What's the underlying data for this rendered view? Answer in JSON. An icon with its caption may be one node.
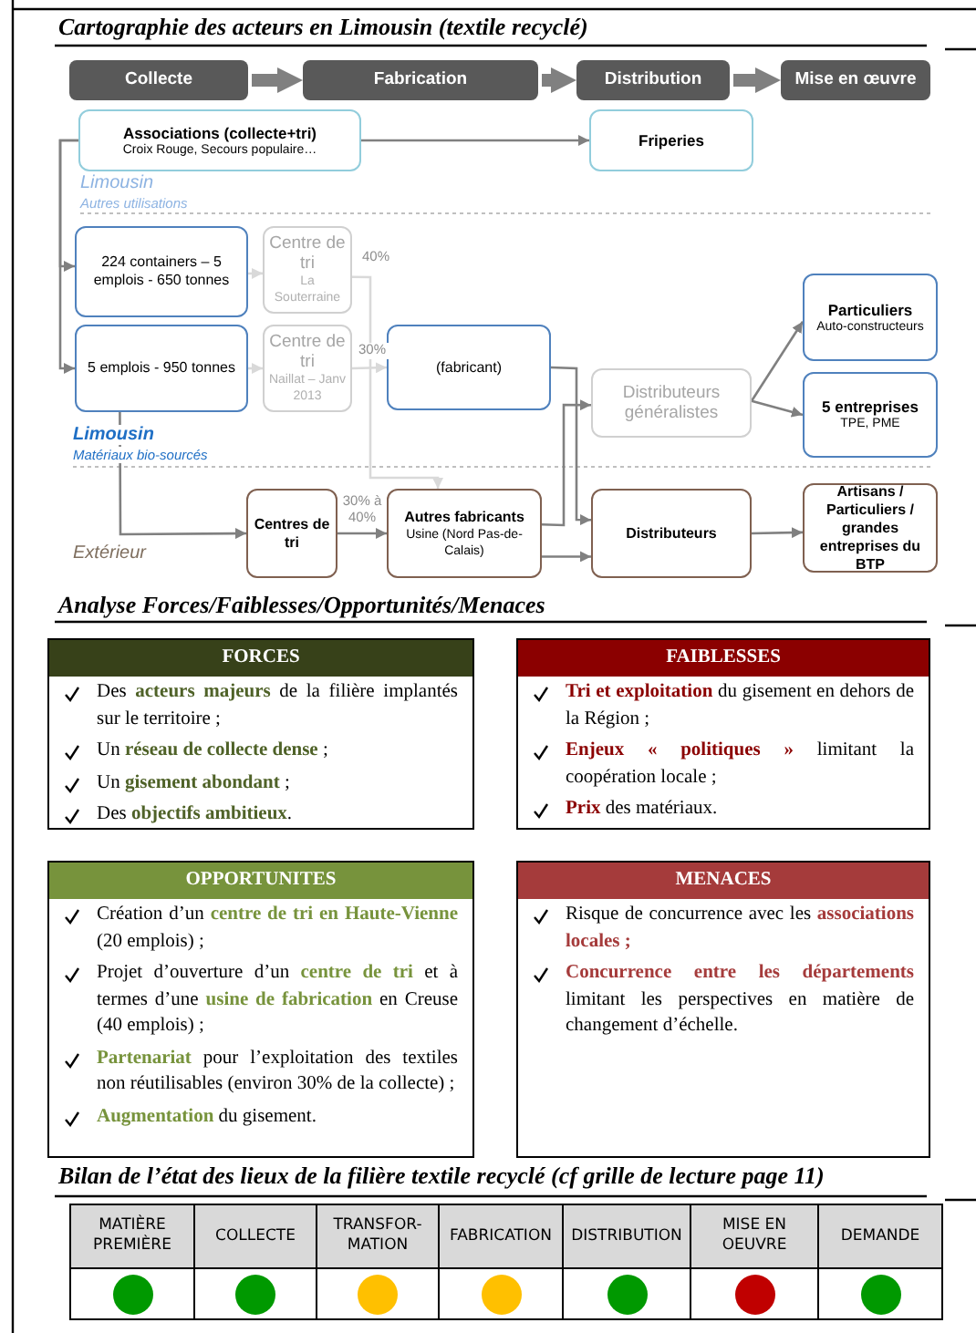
{
  "diagram": {
    "title": "Cartographie des acteurs en Limousin (textile recyclé)",
    "nodes": [
      {
        "text": [
          "Collecte"
        ]
      },
      {
        "text": [
          "Fabrication"
        ]
      },
      {
        "text": [
          "Distribution"
        ]
      },
      {
        "text": [
          "Mise en œuvre"
        ]
      },
      {
        "text": [
          "Associations (collecte+tri)",
          "Croix Rouge, Secours populaire…"
        ]
      },
      {
        "text": [
          "Friperies"
        ]
      },
      {
        "text": [
          "224 containers – 5 emplois - 650 tonnes"
        ]
      },
      {
        "text": [
          "Centre de tri",
          "La Souterraine"
        ]
      },
      {
        "text": [
          "5 emplois - 950 tonnes"
        ]
      },
      {
        "text": [
          "Centre de tri",
          "Naillat – Janv 2013"
        ]
      },
      {
        "text": [
          "(fabricant)"
        ]
      },
      {
        "text": [
          "Particuliers",
          "Auto-constructeurs"
        ]
      },
      {
        "text": [
          "Distributeurs généralistes"
        ]
      },
      {
        "text": [
          "5 entreprises",
          "TPE, PME"
        ]
      },
      {
        "text": [
          "Centres de tri"
        ]
      },
      {
        "text": [
          "Autres fabricants",
          "Usine (Nord Pas-de-Calais)"
        ]
      },
      {
        "text": [
          "Distributeurs"
        ]
      },
      {
        "text": [
          "Artisans / Particuliers / grandes entreprises du BTP"
        ]
      },
      {
        "text": [
          "FORCES",
          "Des **acteurs majeurs** de la filière implantés sur le territoire ;",
          "Un **réseau de collecte dense** ;",
          "Un **gisement abondant** ;",
          "Des **objectifs ambitieux**."
        ]
      },
      {
        "text": [
          "FAIBLESSES",
          "**Tri et exploitation** du gisement en dehors de la Région ;",
          "**Enjeux « politiques »** limitant la coopération locale ;",
          "**Prix** des matériaux."
        ]
      },
      {
        "text": [
          "OPPORTUNITES",
          "Création d’un **centre de tri en Haute-Vienne** (20 emplois) ;",
          "Projet d’ouverture d’un **centre de tri** et à termes d’une **usine de fabrication** en Creuse (40 emplois) ;",
          "**Partenariat** pour l’exploitation des textiles non réutilisables (environ 30% de la collecte) ;",
          "**Augmentation** du gisement."
        ]
      },
      {
        "text": [
          "MENACES",
          "Risque de concurrence avec les **associations locales ;**",
          "**Concurrence entre les départements** limitant les perspectives en matière de changement d’échelle."
        ]
      }
    ],
    "edges": [
      {
        "from": 0,
        "to": 1,
        "arrow": "to",
        "style": "thick"
      },
      {
        "from": 1,
        "to": 2,
        "arrow": "to",
        "style": "thick"
      },
      {
        "from": 2,
        "to": 3,
        "arrow": "to",
        "style": "thick"
      },
      {
        "from": 4,
        "to": 5,
        "arrow": "to"
      },
      {
        "from": 4,
        "to": 6,
        "arrow": "to"
      },
      {
        "from": 4,
        "to": 8,
        "arrow": "to"
      },
      {
        "from": 6,
        "to": 7,
        "arrow": "to",
        "color": "#d9d9d9"
      },
      {
        "from": 8,
        "to": 9,
        "arrow": "to",
        "color": "#d9d9d9"
      },
      {
        "from": 7,
        "to": 15,
        "label": "40%",
        "arrow": "to",
        "color": "#d9d9d9"
      },
      {
        "from": 9,
        "to": 10,
        "label": "30%",
        "arrow": "to",
        "color": "#d9d9d9"
      },
      {
        "from": 8,
        "to": 14,
        "arrow": "to"
      },
      {
        "from": 14,
        "to": 15,
        "label": "30% à 40%",
        "arrow": "to"
      },
      {
        "from": 10,
        "to": 16,
        "arrow": "to"
      },
      {
        "from": 15,
        "to": 12,
        "arrow": "to"
      },
      {
        "from": 15,
        "to": 16,
        "arrow": "to"
      },
      {
        "from": 12,
        "to": 11,
        "arrow": "to"
      },
      {
        "from": 12,
        "to": 13,
        "arrow": "to"
      },
      {
        "from": 16,
        "to": 17,
        "arrow": "to"
      }
    ],
    "labels": [
      "Limousin",
      "Autres utilisations",
      "Limousin",
      "Matériaux bio-sourcés",
      "Extérieur",
      "Analyse Forces/Faiblesses/Opportunités/Menaces",
      "Bilan de l’état des lieux de la filière textile recyclé (cf grille de lecture page 11)",
      "MATIÈRE PREMIÈRE",
      "COLLECTE",
      "TRANSFOR-MATION",
      "FABRICATION",
      "DISTRIBUTION",
      "MISE EN OEUVRE",
      "DEMANDE"
    ]
  }
}
